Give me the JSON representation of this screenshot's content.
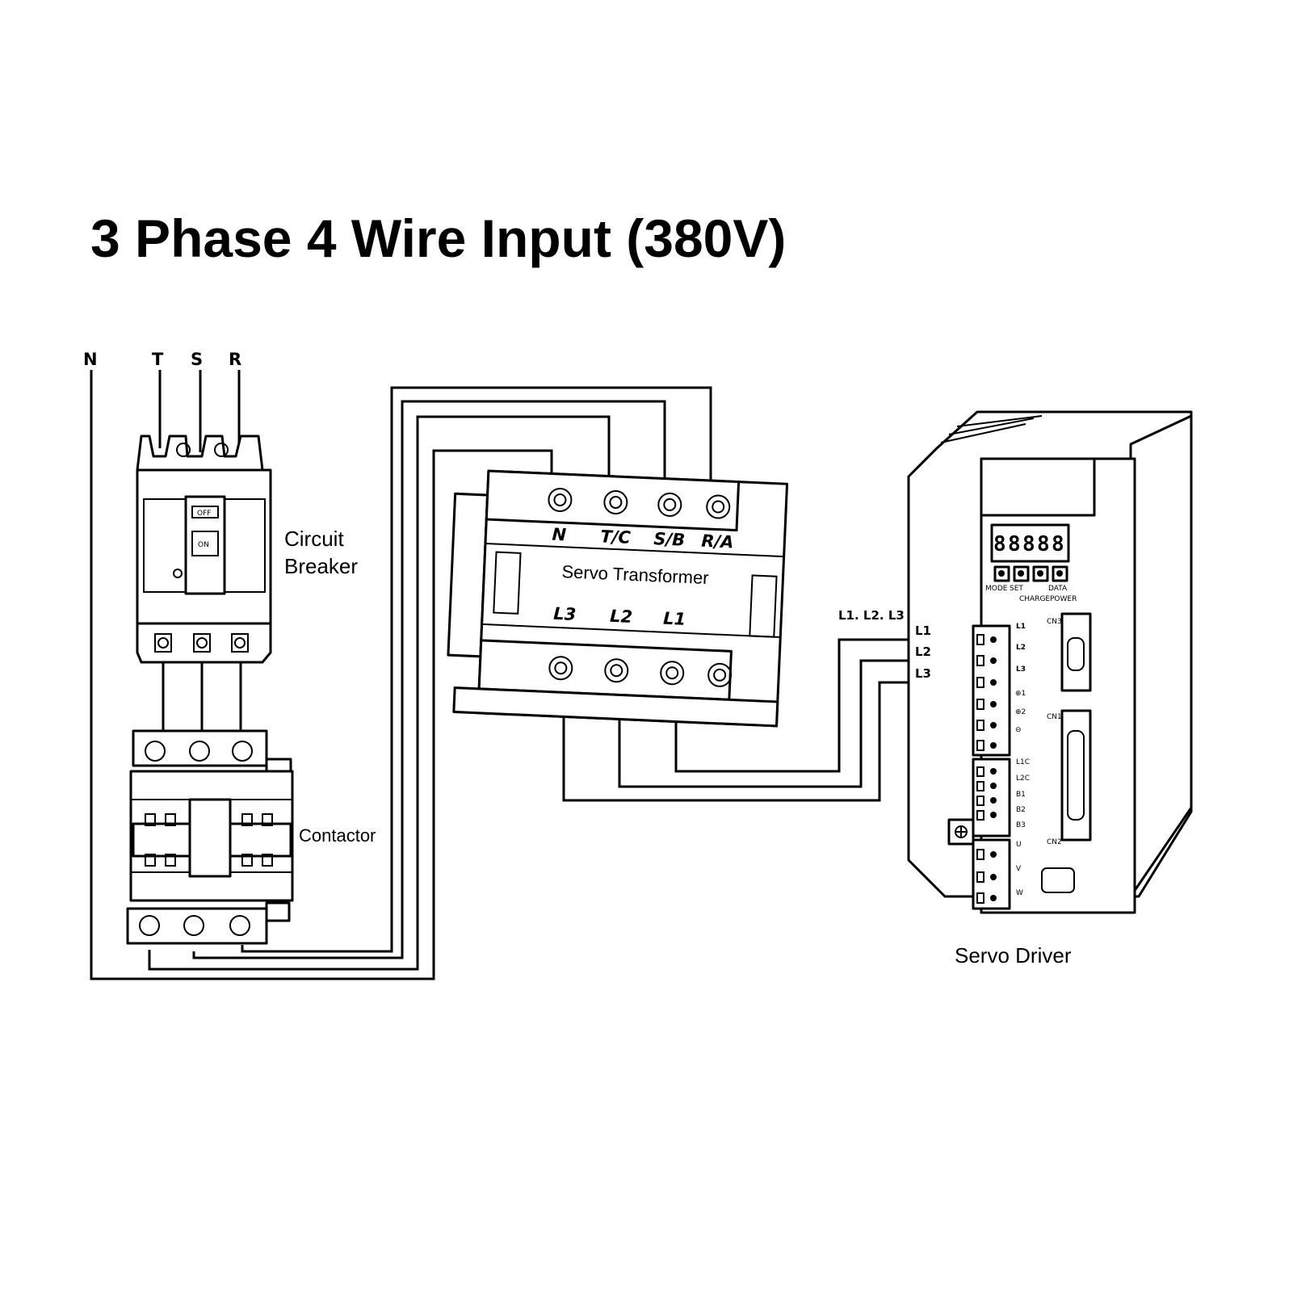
{
  "title": "3 Phase 4 Wire Input (380V)",
  "phases": [
    "N",
    "T",
    "S",
    "R"
  ],
  "circuit_breaker": {
    "label_line1": "Circuit",
    "label_line2": "Breaker",
    "switch_off": "OFF",
    "switch_on": "ON"
  },
  "contactor": {
    "label": "Contactor"
  },
  "transformer": {
    "label": "Servo Transformer",
    "input_terminals": [
      "N",
      "T/C",
      "S/B",
      "R/A"
    ],
    "output_terminals": [
      "L3",
      "L2",
      "L1"
    ]
  },
  "servo_driver": {
    "label": "Servo Driver",
    "wire_label": "L1. L2. L3",
    "input_labels": [
      "L1",
      "L2",
      "L3"
    ],
    "display_digits": [
      "8",
      "8",
      "8",
      "8",
      "8"
    ],
    "button_labels": [
      "MODE",
      "SET",
      "DATA"
    ],
    "indicator_labels": [
      "CHARGE",
      "POWER"
    ],
    "power_terminals": [
      "L1",
      "L2",
      "L3",
      "⊕1",
      "⊕2",
      "⊖"
    ],
    "control_terminals": [
      "L1C",
      "L2C",
      "B1",
      "B2",
      "B3"
    ],
    "motor_terminals": [
      "U",
      "V",
      "W"
    ],
    "connectors": [
      "CN3",
      "CN1",
      "CN2"
    ]
  }
}
